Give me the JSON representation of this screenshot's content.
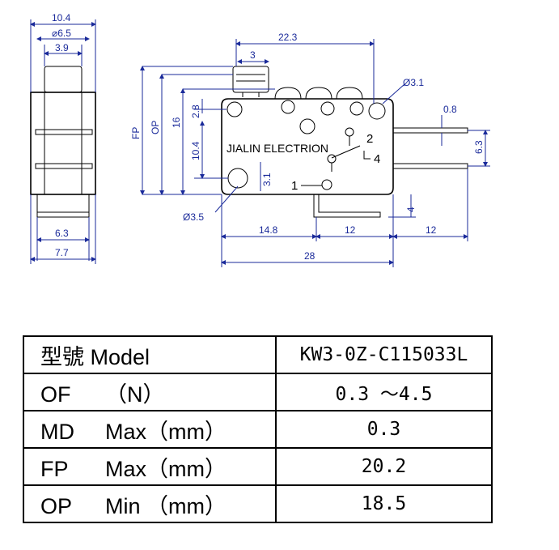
{
  "side_view": {
    "width_total": "10.4",
    "diameter": "⌀6.5",
    "plunger_width": "3.9",
    "lower_width": "6.3",
    "base_width": "7.7"
  },
  "front_view": {
    "length_top": "22.3",
    "plunger_offset": "3",
    "hole_diameter_top": "Ø3.1",
    "terminal_thickness": "0.8",
    "terminal_pitch": "6.3",
    "fp_label": "FP",
    "op_label": "OP",
    "height_16": "16",
    "height_2_8": "2.8",
    "height_10_4": "10.4",
    "height_3_1": "3.1",
    "terminal_drop": "4",
    "hole_diameter_bottom": "Ø3.5",
    "len_14_8": "14.8",
    "len_12_a": "12",
    "len_12_b": "12",
    "len_28": "28",
    "brand_text": "JIALIN ELECTRION",
    "terminal_2": "2",
    "terminal_4": "4",
    "terminal_1": "1"
  },
  "spec_table": {
    "rows": [
      {
        "label1": "型號 Model",
        "label2": "",
        "value": "KW3-0Z-C115033L"
      },
      {
        "label1": "OF",
        "label2": "（N）",
        "value": "0.3 ～4.5"
      },
      {
        "label1": "MD",
        "label2": "Max（mm）",
        "value": "0.3"
      },
      {
        "label1": "FP",
        "label2": "Max（mm）",
        "value": "20.2"
      },
      {
        "label1": "OP",
        "label2": "Min （mm）",
        "value": "18.5"
      }
    ]
  }
}
